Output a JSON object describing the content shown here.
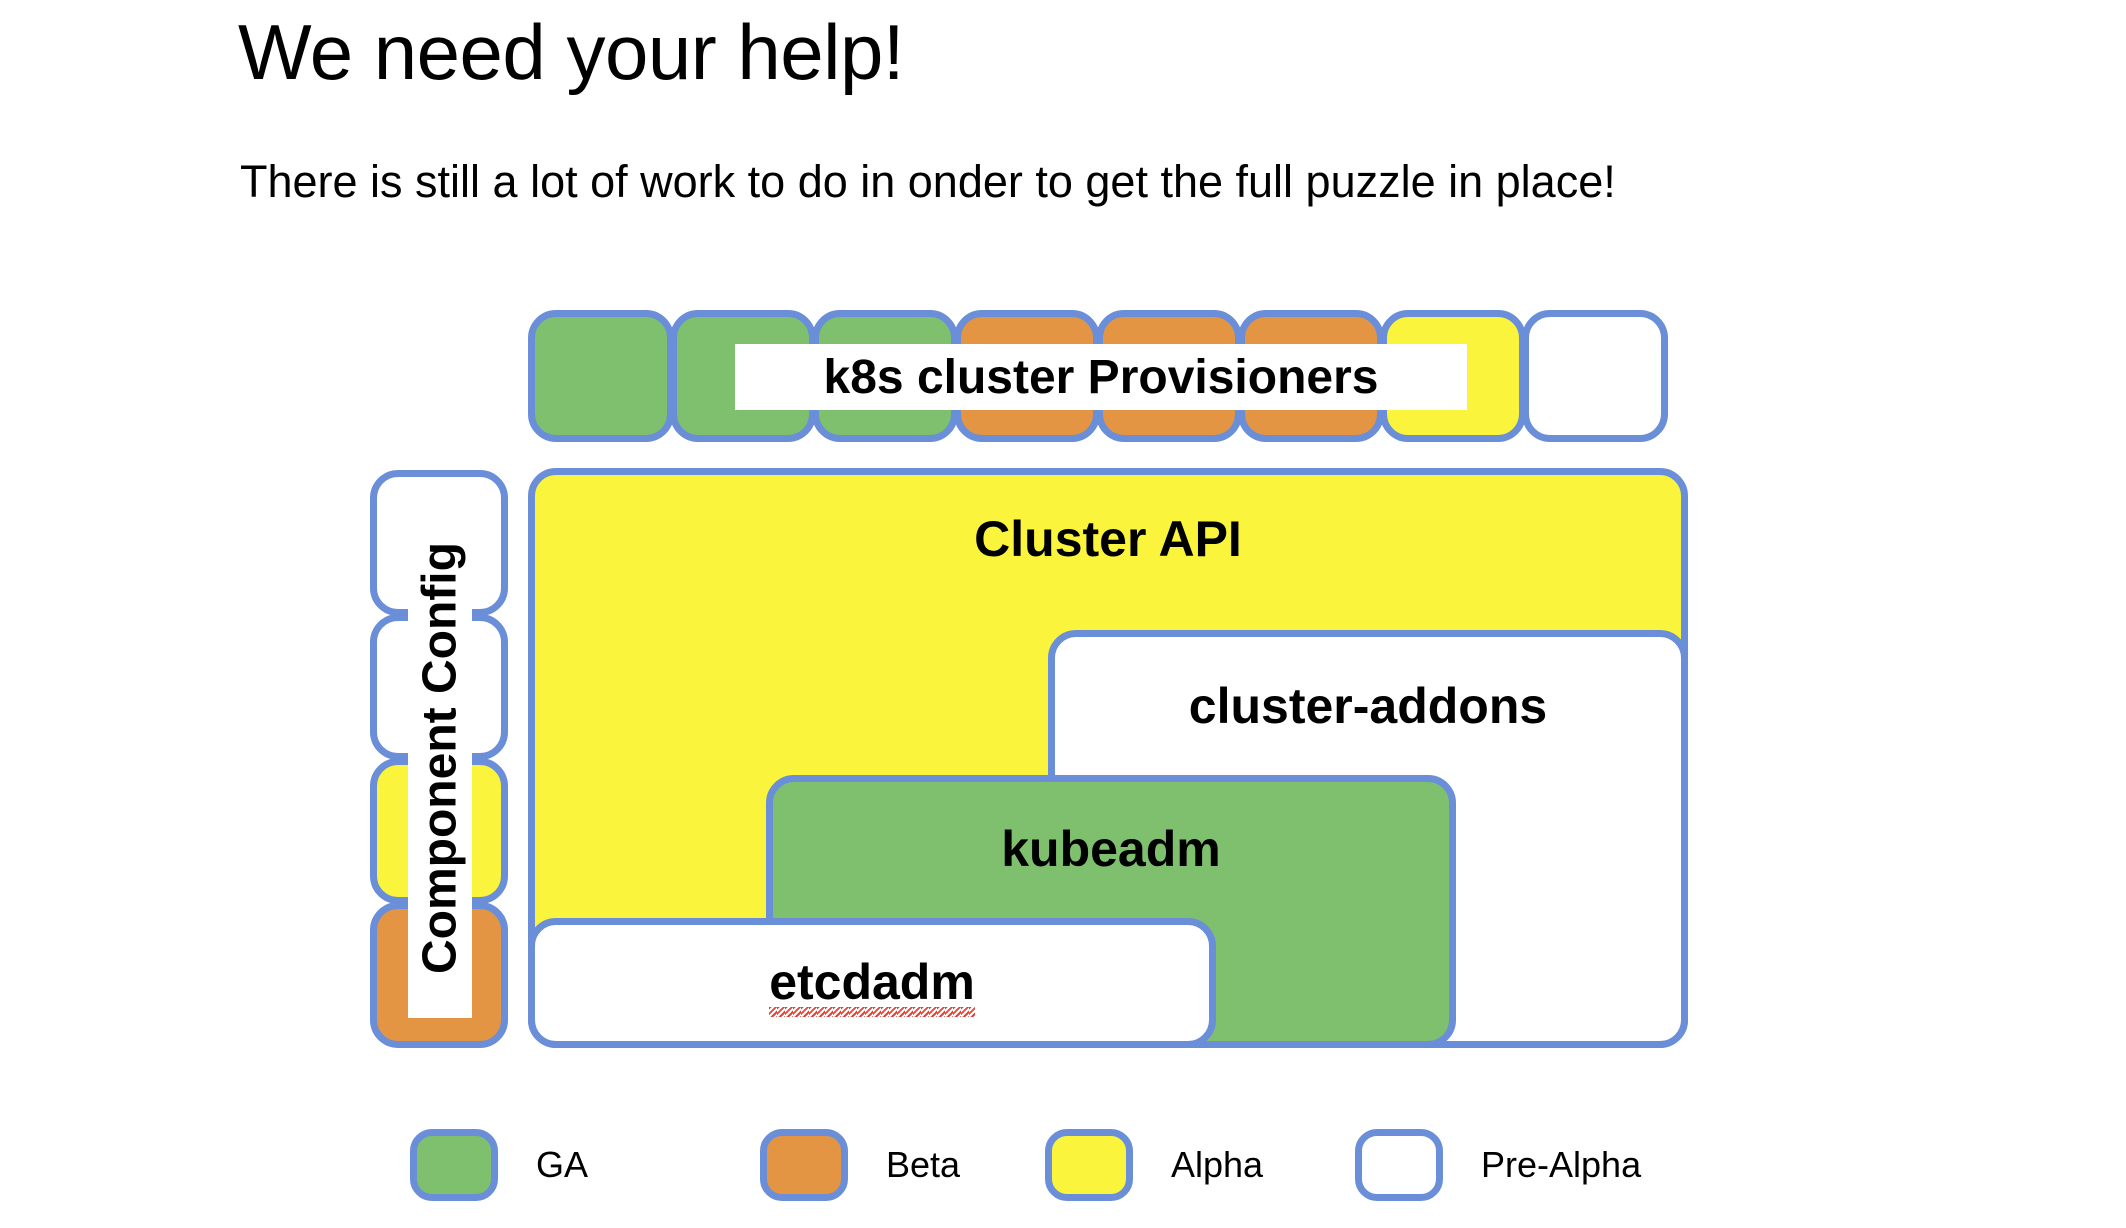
{
  "slide": {
    "title": "We need your help!",
    "subtitle": "There is still a lot of work to do in onder to get the full puzzle in place!"
  },
  "diagram": {
    "provisioner_row": {
      "label": "k8s cluster Provisioners",
      "tiles": [
        {
          "status": "GA",
          "color": "#7fc06f"
        },
        {
          "status": "GA",
          "color": "#7fc06f"
        },
        {
          "status": "GA",
          "color": "#7fc06f"
        },
        {
          "status": "Beta",
          "color": "#e39544"
        },
        {
          "status": "Beta",
          "color": "#e39544"
        },
        {
          "status": "Beta",
          "color": "#e39544"
        },
        {
          "status": "Alpha",
          "color": "#faf43c"
        },
        {
          "status": "Pre-Alpha",
          "color": "#ffffff"
        }
      ]
    },
    "component_config_column": {
      "label": "Component Config",
      "tiles": [
        {
          "status": "Pre-Alpha",
          "color": "#ffffff"
        },
        {
          "status": "Pre-Alpha",
          "color": "#ffffff"
        },
        {
          "status": "Alpha",
          "color": "#faf43c"
        },
        {
          "status": "Beta",
          "color": "#e39544"
        }
      ]
    },
    "blocks": [
      {
        "label": "Cluster API",
        "status": "Alpha",
        "color": "#faf43c"
      },
      {
        "label": "cluster-addons",
        "status": "Pre-Alpha",
        "color": "#ffffff"
      },
      {
        "label": "kubeadm",
        "status": "GA",
        "color": "#7fc06f"
      },
      {
        "label": "etcdadm",
        "status": "Pre-Alpha",
        "color": "#ffffff",
        "misspelled": true
      }
    ]
  },
  "legend": {
    "items": [
      {
        "label": "GA",
        "color": "#7fc06f"
      },
      {
        "label": "Beta",
        "color": "#e39544"
      },
      {
        "label": "Alpha",
        "color": "#faf43c"
      },
      {
        "label": "Pre-Alpha",
        "color": "#ffffff"
      }
    ]
  },
  "theme": {
    "border_color": "#6a8ed8",
    "background": "#ffffff",
    "text_color": "#000000"
  }
}
